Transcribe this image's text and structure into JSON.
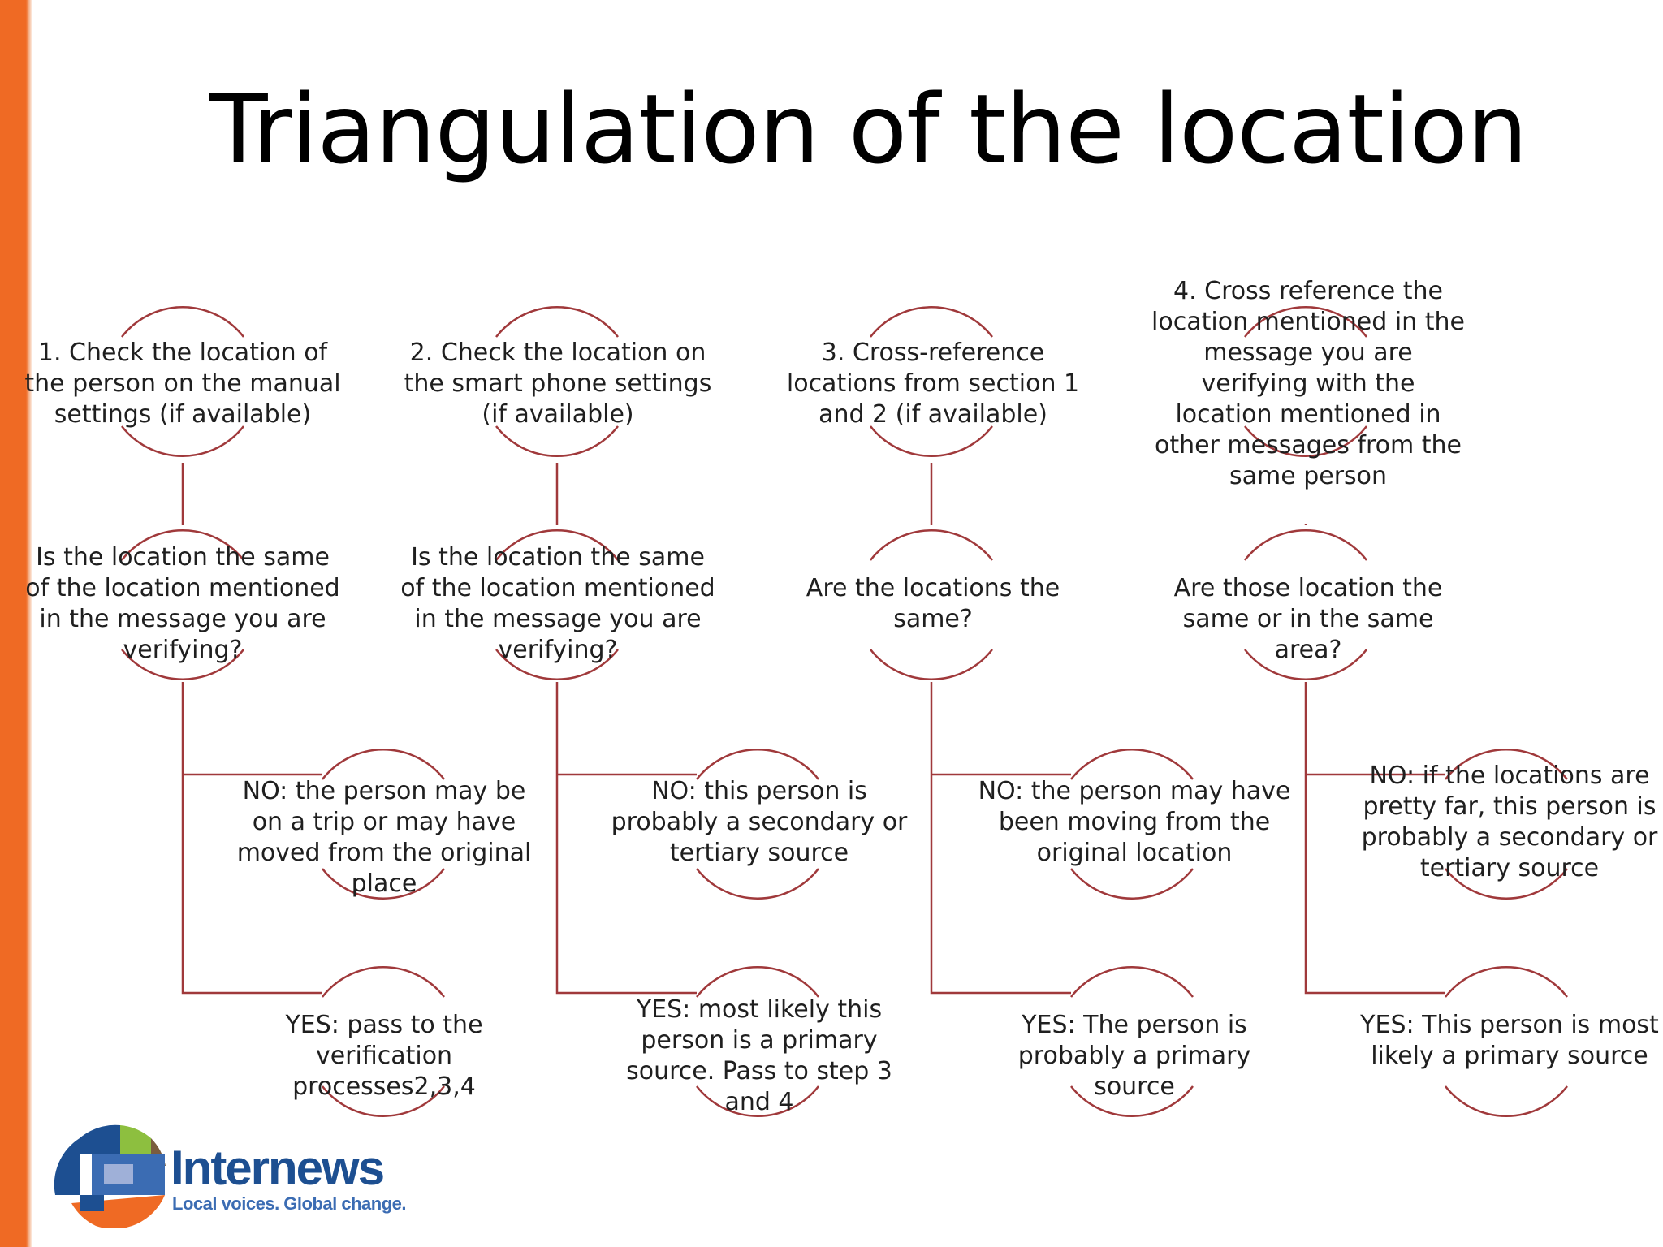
{
  "slide": {
    "title": "Triangulation of the location",
    "accent_color": "#ef6a24",
    "line_color": "#a0393b"
  },
  "columns": [
    {
      "step": "1. Check the location of the person on the manual settings (if available)",
      "question": "Is the location the same of the location mentioned in the message you are verifying?",
      "no": "NO: the person may be on a trip or may have moved from the original place",
      "yes": "YES: pass to the verification processes2,3,4"
    },
    {
      "step": "2. Check the location on the smart phone settings (if available)",
      "question": "Is the location the same of the location mentioned in the message you are verifying?",
      "no": "NO: this person is probably a secondary or tertiary source",
      "yes": "YES: most likely this person is a primary source. Pass to step 3 and 4"
    },
    {
      "step": "3. Cross-reference locations from section 1 and 2 (if available)",
      "question": "Are the locations the same?",
      "no": "NO: the person may have been moving from the original location",
      "yes": "YES: The person is probably a primary source"
    },
    {
      "step": "4. Cross reference the location mentioned in the message you are verifying with the location mentioned in other messages from the same person",
      "question": "Are those location the same or in the same area?",
      "no": "NO: if the locations are pretty far, this person is probably a secondary or tertiary source",
      "yes": "YES: This person is most likely a primary source"
    }
  ],
  "logo": {
    "name": "Internews",
    "tagline": "Local voices. Global change.",
    "colors": [
      "#1d4f91",
      "#3b6cb3",
      "#8dbf3f",
      "#7a5c3e",
      "#ef6a24",
      "#9fb0d8"
    ]
  }
}
